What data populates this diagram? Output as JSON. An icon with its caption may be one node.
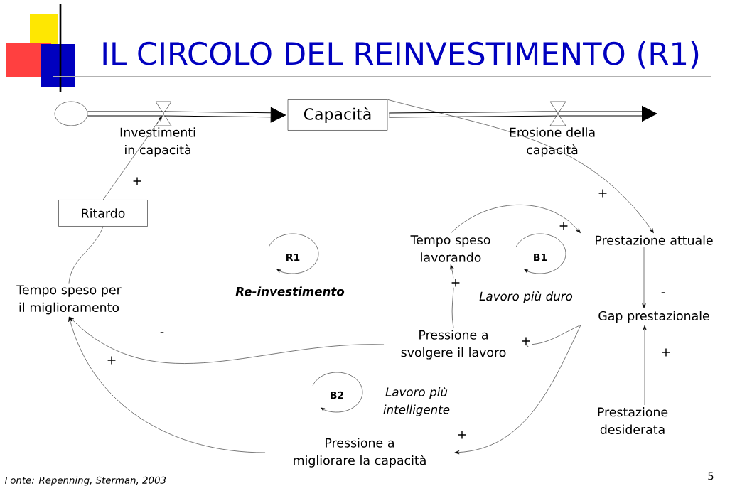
{
  "diagram": {
    "title": "IL CIRCOLO DEL REINVESTIMENTO (R1)",
    "nodes": [
      {
        "text": [],
        "shape": "circle"
      },
      {
        "text": [
          "Investimenti in capacità"
        ]
      },
      {
        "text": [
          "Capacità"
        ]
      },
      {
        "text": [
          "Erosione della capacità"
        ]
      },
      {
        "text": [
          "Ritardo"
        ]
      },
      {
        "text": [
          "Tempo speso per il miglioramento"
        ]
      },
      {
        "text": [
          "Tempo speso lavorando"
        ]
      },
      {
        "text": [
          "Prestazione attuale"
        ]
      },
      {
        "text": [
          "Gap prestazionale"
        ]
      },
      {
        "text": [
          "Pressione a svolgere il lavoro"
        ]
      },
      {
        "text": [
          "Pressione a migliorare la capacità"
        ]
      },
      {
        "text": [
          "Prestazione desiderata"
        ]
      }
    ],
    "edges": [
      {
        "from": 0,
        "to": 1,
        "arrow": "none",
        "style": "thick"
      },
      {
        "from": 1,
        "to": 2,
        "arrow": "to",
        "style": "thick"
      },
      {
        "from": 2,
        "to": 3,
        "arrow": "none",
        "style": "thick"
      },
      {
        "from": 3,
        "to": null,
        "arrow": "to",
        "style": "thick"
      },
      {
        "from": 4,
        "to": 1,
        "arrow": "to",
        "label": "+"
      },
      {
        "from": 5,
        "to": 4,
        "arrow": "none"
      },
      {
        "from": 2,
        "to": 7,
        "arrow": "to",
        "label": "+"
      },
      {
        "from": 6,
        "to": 7,
        "arrow": "to",
        "label": "+"
      },
      {
        "from": 7,
        "to": 8,
        "arrow": "to",
        "label": "-"
      },
      {
        "from": 9,
        "to": 6,
        "arrow": "to",
        "label": "+"
      },
      {
        "from": 8,
        "to": 9,
        "arrow": "to",
        "label": "+"
      },
      {
        "from": 9,
        "to": 5,
        "arrow": "to",
        "label": "-"
      },
      {
        "from": 8,
        "to": 10,
        "arrow": "to",
        "label": "+"
      },
      {
        "from": 10,
        "to": 5,
        "arrow": "to",
        "label": "+"
      },
      {
        "from": 11,
        "to": 8,
        "arrow": "to",
        "label": "+"
      }
    ],
    "labels": [
      "R1",
      "Re-investimento",
      "B1",
      "Lavoro più duro",
      "B2",
      "Lavoro più intelligente",
      "Fonte: Repenning, Sterman, 2003",
      "5"
    ]
  }
}
